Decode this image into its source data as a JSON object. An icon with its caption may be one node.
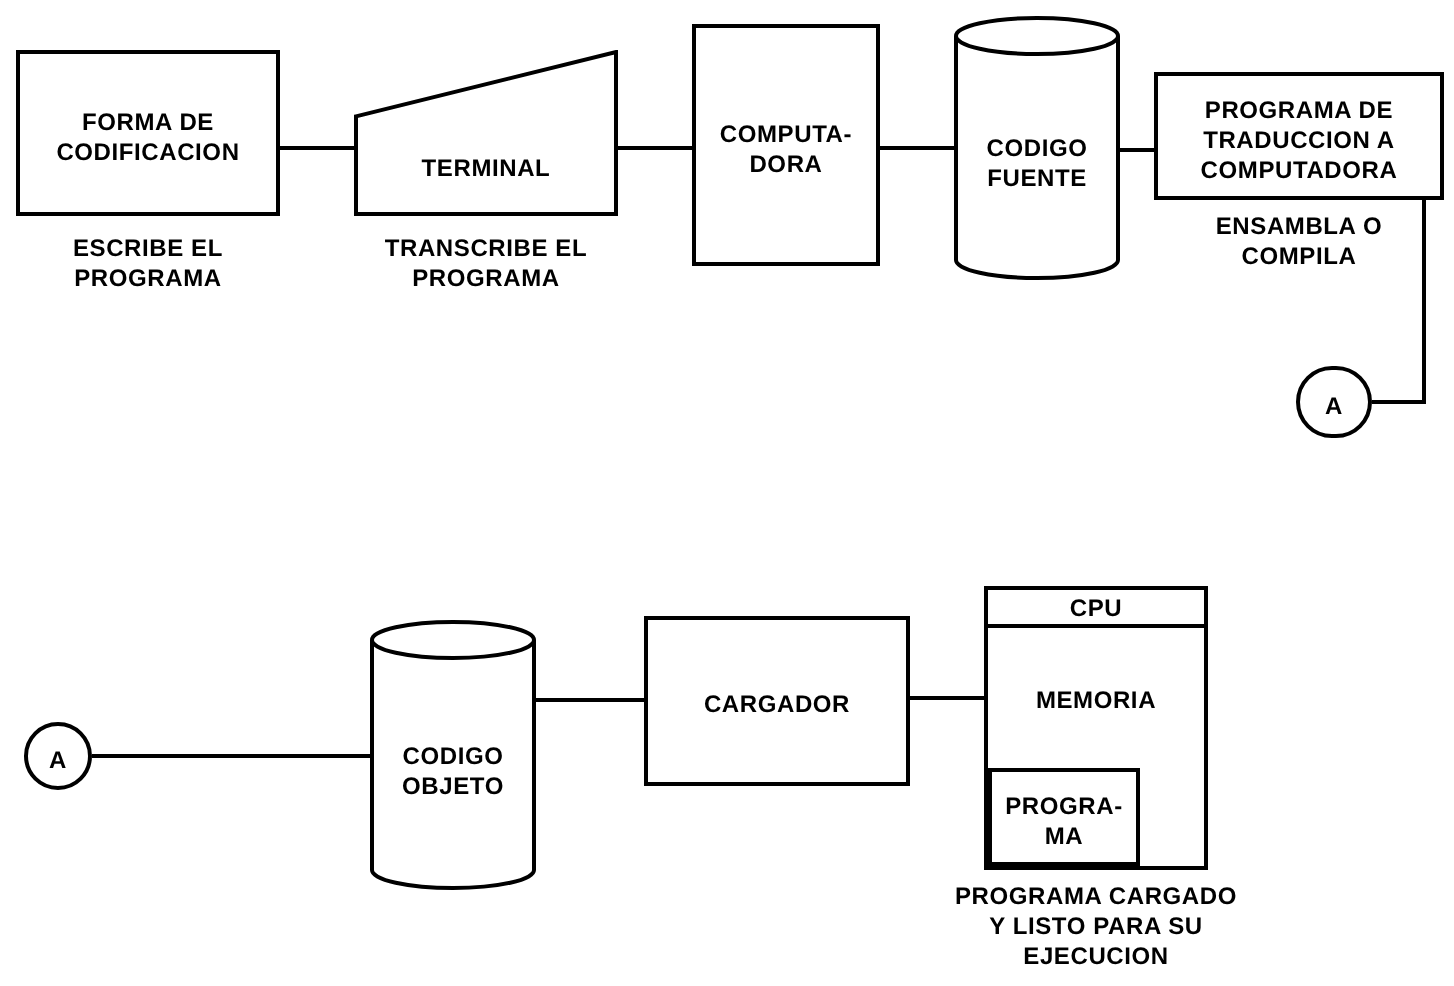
{
  "diagram": {
    "nodes": [
      {
        "text": [
          "FORMA DE CODIFICACION"
        ],
        "beside": [
          "ESCRIBE EL PROGRAMA"
        ]
      },
      {
        "text": [
          "TERMINAL"
        ],
        "beside": [
          "TRANSCRIBE EL PROGRAMA"
        ]
      },
      {
        "text": [
          "COMPUTA- DORA"
        ]
      },
      {
        "text": [
          "CODIGO FUENTE"
        ]
      },
      {
        "text": [
          "PROGRAMA DE TRADUCCION A COMPUTADORA"
        ],
        "beside": [
          "ENSAMBLA O COMPILA"
        ]
      },
      {
        "text": [
          "A"
        ]
      },
      {
        "text": [
          "A"
        ]
      },
      {
        "text": [
          "CODIGO OBJETO"
        ]
      },
      {
        "text": [
          "CARGADOR"
        ]
      },
      {
        "text": [
          "MEMORIA"
        ],
        "beside": [
          "PROGRAMA CARGADO Y LISTO PARA SU EJECUCION"
        ]
      },
      {
        "text": [
          "CPU"
        ],
        "in": 9
      },
      {
        "text": [
          "PROGRA- MA"
        ],
        "in": 9
      }
    ],
    "edges": [
      {
        "from": 0,
        "to": 1,
        "arrow": "none"
      },
      {
        "from": 1,
        "to": 2,
        "arrow": "none"
      },
      {
        "from": 2,
        "to": 3,
        "arrow": "none"
      },
      {
        "from": 3,
        "to": 4,
        "arrow": "none"
      },
      {
        "from": 4,
        "to": 5,
        "arrow": "none"
      },
      {
        "from": 6,
        "to": 7,
        "arrow": "none"
      },
      {
        "from": 7,
        "to": 8,
        "arrow": "none"
      },
      {
        "from": 8,
        "to": 9,
        "arrow": "none"
      }
    ]
  }
}
